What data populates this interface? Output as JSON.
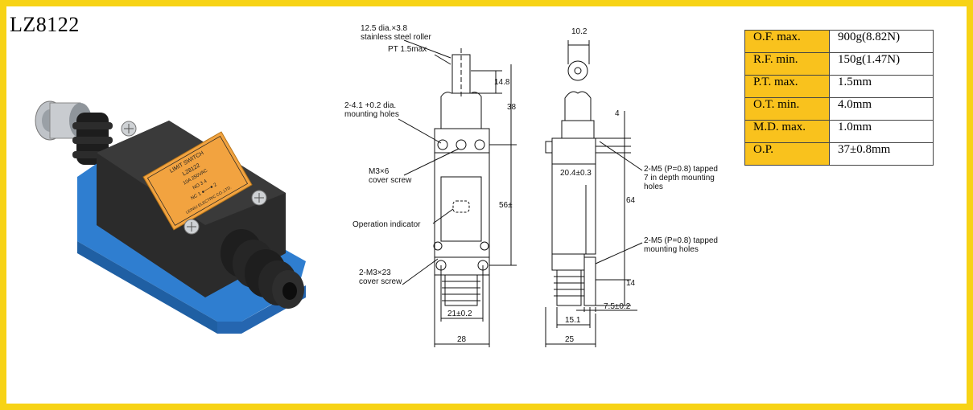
{
  "model": "LZ8122",
  "photo": {
    "label_lines": [
      "LIMIT SWITCH",
      "LZ8122",
      "10A 250VAC",
      "NO  3        4",
      "NC  1 ●──● 2",
      "LEINIU ELECTRIC CO.,LTD."
    ]
  },
  "drawing": {
    "labels": {
      "roller": "12.5 dia.×3.8",
      "roller2": "stainless steel roller",
      "pt": "PT 1.5max",
      "mount1": "2-4.1 +0.2 dia.",
      "mount1b": "mounting holes",
      "m3x6": "M3×6",
      "m3x6b": "cover screw",
      "indicator": "Operation indicator",
      "m3x23": "2-M3×23",
      "m3x23b": "cover screw",
      "m5a": "2-M5 (P=0.8) tapped",
      "m5ab": "7 in depth mounting",
      "m5ac": "holes",
      "m5b": "2-M5 (P=0.8) tapped",
      "m5bb": "mounting holes"
    },
    "dims": {
      "d148": "14.8",
      "d38": "38",
      "d56": "56±",
      "d21": "21±0.2",
      "d28": "28",
      "d102": "10.2",
      "d4": "4",
      "d204": "20.4±0.3",
      "d64": "64",
      "d14": "14",
      "d75": "7.5±0.2",
      "d151": "15.1",
      "d25": "25"
    }
  },
  "specs": [
    {
      "key": "O.F. max.",
      "value": "900g(8.82N)"
    },
    {
      "key": "R.F. min.",
      "value": "150g(1.47N)"
    },
    {
      "key": "P.T. max.",
      "value": "1.5mm"
    },
    {
      "key": "O.T. min.",
      "value": "4.0mm"
    },
    {
      "key": "M.D. max.",
      "value": "1.0mm"
    },
    {
      "key": "O.P.",
      "value": "37±0.8mm"
    }
  ],
  "colors": {
    "frame": "#f7d316",
    "spec_key": "#f9c21d",
    "body_black": "#2b2b2b",
    "base_blue": "#2f7ed0",
    "plate_orange": "#f2a340"
  }
}
